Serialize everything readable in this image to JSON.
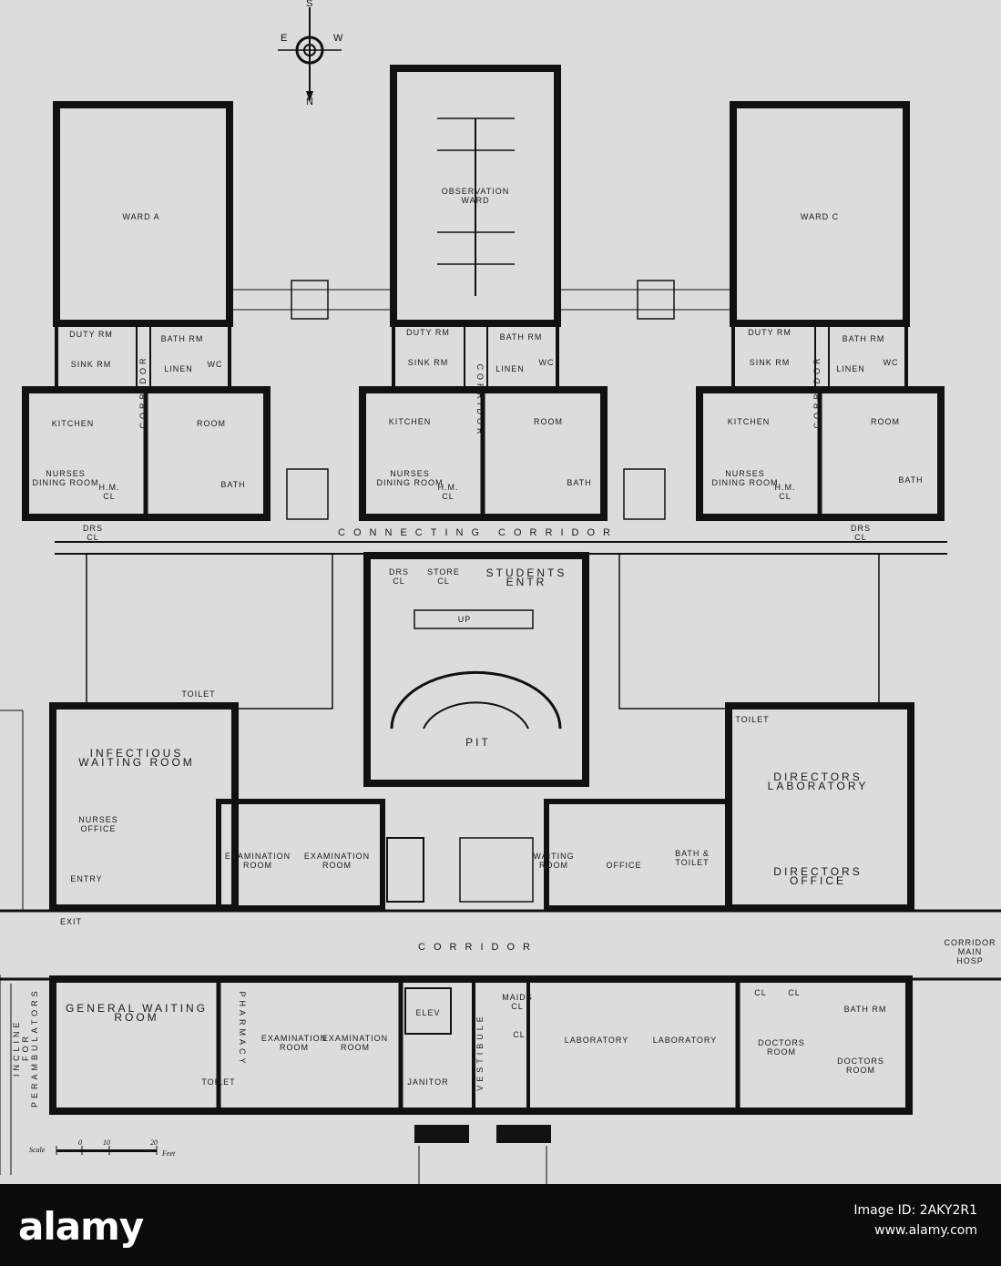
{
  "compass": {
    "n": "N",
    "s": "S",
    "e": "E",
    "w": "W"
  },
  "labels": {
    "ward_a": "Ward A",
    "observation_ward": "Observation\nWard",
    "ward_c": "Ward C",
    "duty_rm": "Duty Rm",
    "bath_rm": "Bath Rm",
    "sink_rm": "Sink Rm",
    "linen": "Linen",
    "wc": "WC",
    "corridor_vertical": "Corridor",
    "kitchen": "Kitchen",
    "room": "Room",
    "nurses_dining_room": "Nurses\nDining Room",
    "bath": "Bath",
    "hm_cl": "H.M.\nCL",
    "connecting_corridor": "Connecting Corridor",
    "drs_cl": "DRS\nCL",
    "store_cl": "Store\nCL",
    "students_entr": "Students\nEntr",
    "up": "Up",
    "pit": "Pit",
    "toilet": "Toilet",
    "infectious_waiting_room": "Infectious\nWaiting Room",
    "nurses_office": "Nurses\nOffice",
    "entry": "Entry",
    "exit": "Exit",
    "examination_room": "Examination\nRoom",
    "waiting_room": "Waiting\nRoom",
    "office": "Office",
    "bath_toilet": "Bath &\nToilet",
    "directors_laboratory": "Directors\nLaboratory",
    "directors_office": "Directors\nOffice",
    "corridor": "Corridor",
    "corridor_main_hosp": "Corridor\nMain Hosp",
    "general_waiting_room": "General Waiting\nRoom",
    "pharmacy": "Pharmacy",
    "elev": "Elev",
    "janitor": "Janitor",
    "vestibule": "Vestibule",
    "maids_cl": "Maids\nCL",
    "cl": "CL",
    "laboratory": "Laboratory",
    "doctors_room": "Doctors\nRoom",
    "incline": "Incline\nfor Perambulators"
  },
  "scale": {
    "label": "Scale",
    "t0": "0",
    "t10": "10",
    "t20": "20",
    "unit": "Feet"
  },
  "watermark": {
    "brand": "alamy",
    "image_id": "Image ID: 2AKY2R1",
    "url": "www.alamy.com"
  }
}
